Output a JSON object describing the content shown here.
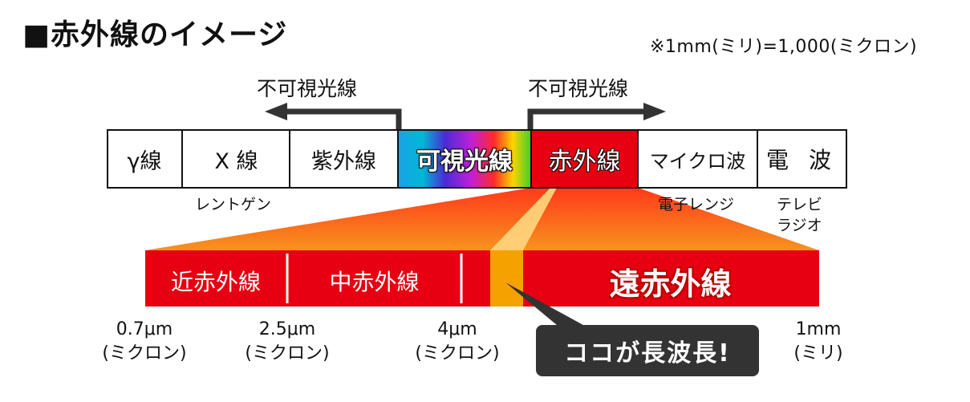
{
  "title": "■赤外線のイメージ",
  "note": "※1mm(ミリ)=1,000(ミクロン)",
  "arrows": {
    "left_label": "不可視光線",
    "right_label": "不可視光線"
  },
  "spectrum": {
    "gamma": "γ線",
    "xray": "X 線",
    "uv": "紫外線",
    "visible": "可視光線",
    "infrared": "赤外線",
    "microwave": "マイクロ波",
    "radio": "電 波"
  },
  "examples": {
    "xray": "レントゲン",
    "microwave": "電子レンジ",
    "radio_line1": "テレビ",
    "radio_line2": "ラジオ"
  },
  "bands": {
    "near": "近赤外線",
    "mid": "中赤外線",
    "far": "遠赤外線"
  },
  "ticks": [
    {
      "value": "0.7μm",
      "unit": "(ミクロン)"
    },
    {
      "value": "2.5μm",
      "unit": "(ミクロン)"
    },
    {
      "value": "4μm",
      "unit": "(ミクロン)"
    },
    {
      "value": "1mm",
      "unit": "(ミリ)"
    }
  ],
  "callout": "ココが長波長!",
  "colors": {
    "infrared_cell": "#e60012",
    "band_red": "#e60012",
    "highlight": "#f5a200",
    "callout_bg": "#333333",
    "fan": "#f7931e"
  }
}
